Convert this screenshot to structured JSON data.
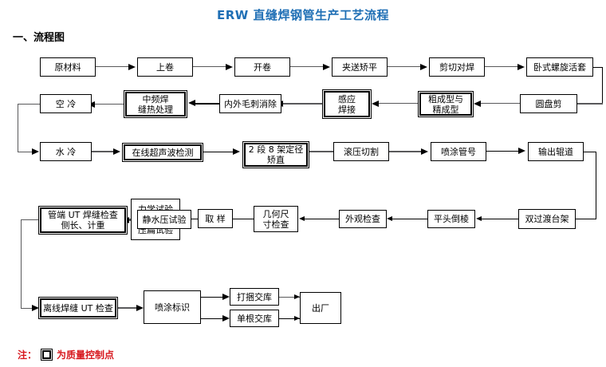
{
  "header": {
    "title": "ERW 直缝焊钢管生产工艺流程",
    "title_color": "#1F6FB5",
    "section_label": "一、流程图"
  },
  "legend": {
    "prefix": "注：",
    "symbol_name": "double-square-symbol",
    "text": "为质量控制点",
    "color": "#D7181E"
  },
  "flow": {
    "row1": [
      {
        "id": "raw-material",
        "label": "原材料",
        "qc": false
      },
      {
        "id": "uncoiling-up",
        "label": "上卷",
        "qc": false
      },
      {
        "id": "uncoiling",
        "label": "开卷",
        "qc": false
      },
      {
        "id": "pinch-leveling",
        "label": "夹送矫平",
        "qc": false
      },
      {
        "id": "shear-butt-weld",
        "label": "剪切对焊",
        "qc": false
      },
      {
        "id": "horizontal-spiral-accumulator",
        "label": "卧式螺旋活套",
        "qc": false
      }
    ],
    "row2": [
      {
        "id": "air-cooling",
        "label": "空 冷",
        "qc": false
      },
      {
        "id": "seam-heat-treat",
        "label": "中频焊\n缝热处理",
        "qc": true
      },
      {
        "id": "deburring",
        "label": "内外毛刺消除",
        "qc": false
      },
      {
        "id": "induction-welding",
        "label": "感应\n焊接",
        "qc": true
      },
      {
        "id": "rough-fine-forming",
        "label": "粗成型与\n精成型",
        "qc": true
      },
      {
        "id": "disc-shear",
        "label": "圆盘剪",
        "qc": false
      }
    ],
    "row3": [
      {
        "id": "water-cooling",
        "label": "水 冷",
        "qc": false
      },
      {
        "id": "online-ut",
        "label": "在线超声波检测",
        "qc": true
      },
      {
        "id": "sizing-straighten",
        "label": "2 段 8 架定径\n矫直",
        "qc": true
      },
      {
        "id": "roll-cutting",
        "label": "滚压切割",
        "qc": false
      },
      {
        "id": "spray-pipe-number",
        "label": "喷涂管号",
        "qc": false
      },
      {
        "id": "output-roller",
        "label": "输出辊道",
        "qc": false
      }
    ],
    "row4": [
      {
        "id": "pipe-end-ut",
        "label": "管端 UT 焊缝检查\n侧长、计重",
        "qc": true
      },
      {
        "id": "hydrostatic-test",
        "label": "静水压试验",
        "qc": false
      },
      {
        "id": "lab-tests",
        "label": "力学试验\n金相试验\n压扁试验",
        "qc": false
      },
      {
        "id": "sampling",
        "label": "取 样",
        "qc": false
      },
      {
        "id": "geometry-check",
        "label": "几何尺\n寸检查",
        "qc": false
      },
      {
        "id": "appearance-check",
        "label": "外观检查",
        "qc": false
      },
      {
        "id": "facing-beveling",
        "label": "平头倒棱",
        "qc": false
      },
      {
        "id": "double-transfer-rack",
        "label": "双过渡台架",
        "qc": false
      }
    ],
    "row5": [
      {
        "id": "offline-weld-ut",
        "label": "离线焊缝 UT 检查",
        "qc": true
      },
      {
        "id": "spray-marking",
        "label": "喷涂标识",
        "qc": false
      },
      {
        "id": "bundle-delivery",
        "label": "打捆交库",
        "qc": false
      },
      {
        "id": "single-delivery",
        "label": "单根交库",
        "qc": false
      },
      {
        "id": "shipment",
        "label": "出厂",
        "qc": false
      }
    ]
  }
}
